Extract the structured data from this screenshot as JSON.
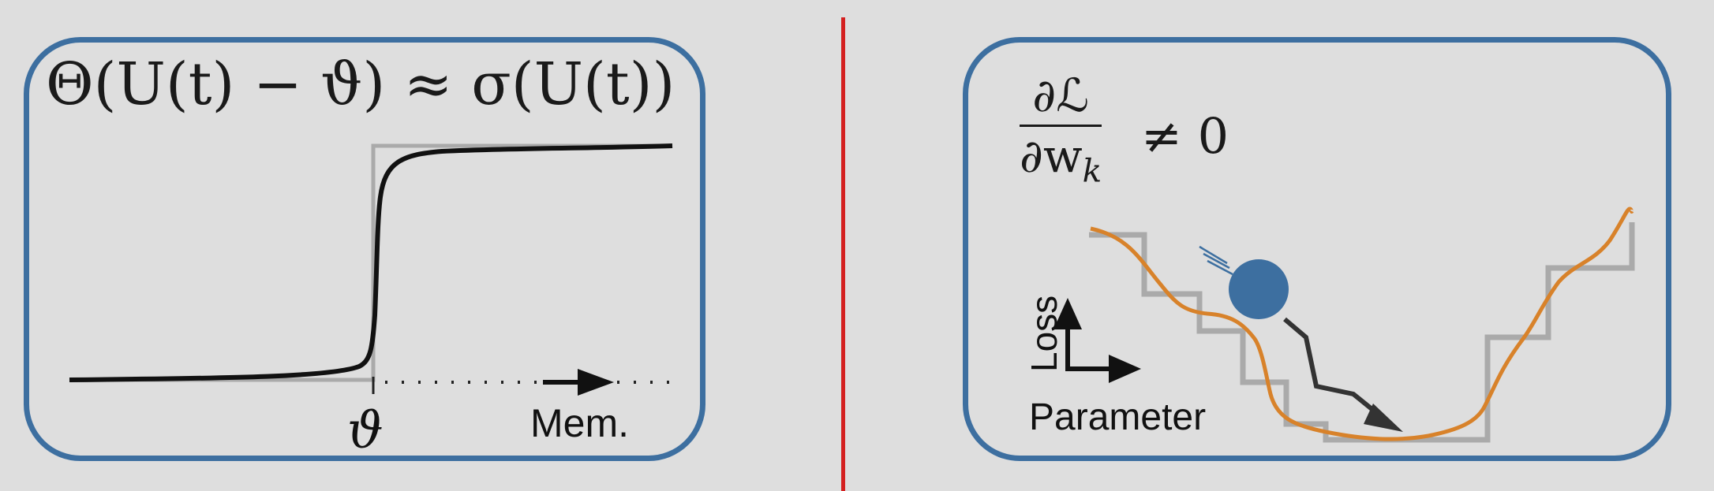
{
  "left": {
    "equation": "Θ(U(t) − ϑ) ≈ σ(U(t))",
    "threshold_symbol": "ϑ",
    "x_axis_label": "Mem."
  },
  "right": {
    "gradient_numerator": "∂ℒ",
    "gradient_denominator": "∂w",
    "gradient_subscript": "k",
    "neq": "≠ 0",
    "y_axis_label": "Loss",
    "x_axis_label": "Parameter"
  },
  "colors": {
    "panel_border": "#3d6fa0",
    "divider": "#d42020",
    "orange_curve": "#d8822a",
    "ball": "#3d6fa0",
    "step": "#aaaaaa"
  }
}
